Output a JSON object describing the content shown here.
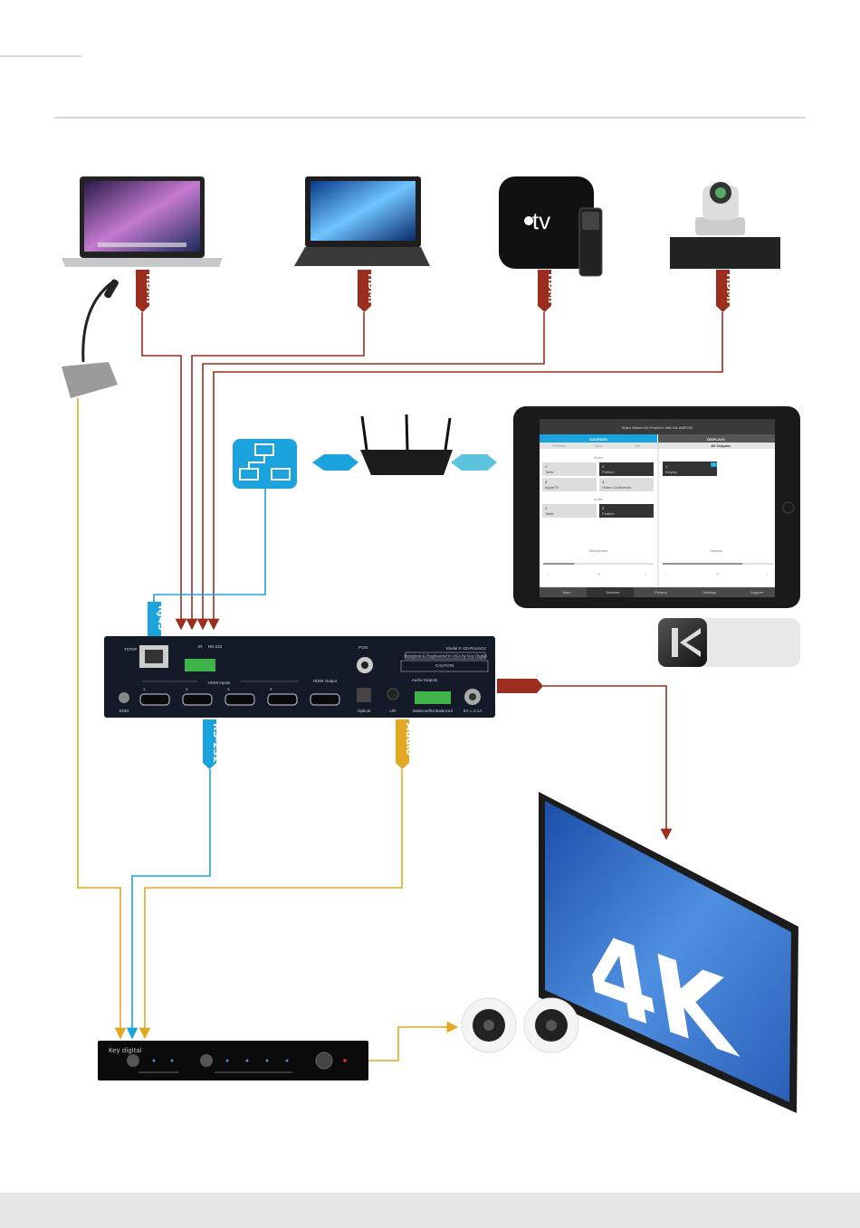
{
  "colors": {
    "hdmi": "#9b2e1e",
    "network": "#1ba3dd",
    "audio": "#e2a822",
    "wifi": "#5cc3de"
  },
  "tags": {
    "hdmi": "HDMI",
    "rj45": "RJ45",
    "rs232": "RS-232",
    "audio": "Audio"
  },
  "tablet": {
    "title": "Video Switch KD-ProAx1X with KD-AMP220",
    "sources_tab": "SOURCES",
    "displays_tab": "DISPLAYS",
    "subtabs": [
      "Presets",
      "Mon",
      "Set"
    ],
    "all_outputs": "All Outputs",
    "video_label": "Video",
    "audio_label": "Audio",
    "video_sources": [
      {
        "num": "1",
        "name": "Table"
      },
      {
        "num": "2",
        "name": "Podium"
      },
      {
        "num": "3",
        "name": "AppleTV"
      },
      {
        "num": "4",
        "name": "Video Conference"
      }
    ],
    "audio_sources": [
      {
        "num": "1",
        "name": "Table"
      },
      {
        "num": "2",
        "name": "Podium"
      }
    ],
    "display": {
      "num": "1",
      "name": "Display",
      "badge": "1"
    },
    "microphone_label": "Microphone",
    "volume_label": "Volume",
    "mic_level": 28,
    "volume_level": 72,
    "nav": [
      "Main",
      "Switcher",
      "Presets",
      "Settings",
      "Support"
    ]
  },
  "switcher": {
    "model": "Model #: KD-ProAx1X",
    "designed": "Designed & Engineered in USA by Key Digital",
    "caution": "CAUTION",
    "tcpip": "TCP/IP",
    "ir": "IR",
    "rs232": "RS-232",
    "hdmi_inputs": "HDMI Inputs",
    "input_numbers": [
      "1",
      "2",
      "3",
      "4"
    ],
    "hdmi_output": "HDMI Output",
    "pcm": "PCM",
    "audio_outputs": "Audio Outputs",
    "edid": "EDID",
    "optical": "Optical",
    "lr": "L/R",
    "balanced": "Balanced/Unbalanced",
    "power": "5V ═ 2.1A"
  },
  "amplifier": {
    "brand": "Key digital"
  },
  "display": {
    "resolution": "4K"
  },
  "logos": {
    "apple_tv": "tv"
  }
}
